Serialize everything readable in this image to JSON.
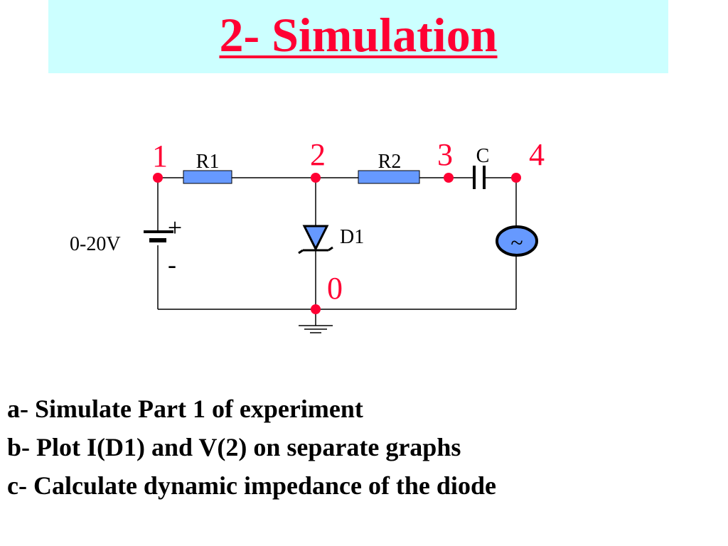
{
  "slide": {
    "title": "2- Simulation"
  },
  "circuit": {
    "node_labels": [
      "1",
      "2",
      "3",
      "4",
      "0"
    ],
    "components": {
      "r1": "R1",
      "r2": "R2",
      "capacitor": "C",
      "diode": "D1",
      "source_voltage": "0-20V",
      "plus_sign": "+",
      "minus_sign": "-",
      "ac_source_symbol": "~"
    },
    "colors": {
      "node_dot": "#ff0033",
      "resistor_fill": "#6699ff",
      "diode_fill": "#6699ff",
      "ac_source_fill": "#6699ff",
      "wire": "#000000"
    }
  },
  "tasks": [
    "a- Simulate Part 1 of experiment",
    "b- Plot I(D1) and V(2) on separate graphs",
    "c- Calculate dynamic impedance of the diode"
  ],
  "colors": {
    "title_band": "#ccffff",
    "title_text": "#ff0033"
  }
}
